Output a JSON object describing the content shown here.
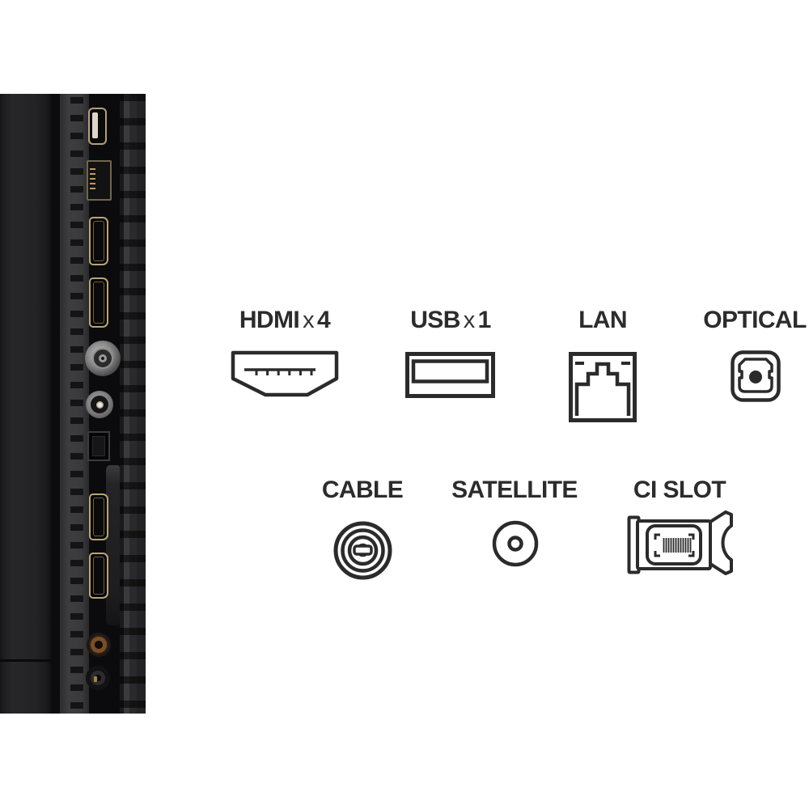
{
  "page": {
    "background": "#ffffff"
  },
  "colors": {
    "label_text": "#2c2c2c",
    "icon_stroke": "#2b2b2b",
    "tv_body_dark": "#0c0c0e",
    "port_gold": "#b9a478"
  },
  "legend": {
    "row1": [
      {
        "name": "HDMI",
        "times": "x",
        "count": "4",
        "icon": "hdmi-connector-icon"
      },
      {
        "name": "USB",
        "times": "x",
        "count": "1",
        "icon": "usb-port-icon"
      },
      {
        "name": "LAN",
        "icon": "ethernet-port-icon"
      },
      {
        "name": "OPTICAL",
        "icon": "optical-audio-icon"
      }
    ],
    "row2": [
      {
        "name": "CABLE",
        "icon": "coax-cable-icon"
      },
      {
        "name": "SATELLITE",
        "icon": "satellite-connector-icon"
      },
      {
        "name": "CI SLOT",
        "icon": "ci-module-icon"
      }
    ]
  },
  "photo": {
    "port_icons": [
      "usb-port",
      "ethernet-port",
      "hdmi-port",
      "hdmi-port",
      "antenna-coax-port",
      "satellite-f-port",
      "optical-port",
      "ci-slot-cover",
      "hdmi-port",
      "hdmi-port",
      "av-jack",
      "headphone-jack"
    ]
  }
}
